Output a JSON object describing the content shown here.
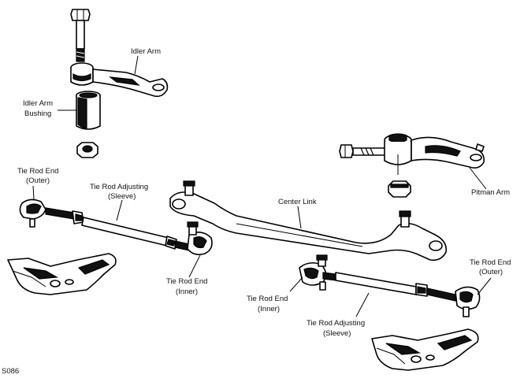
{
  "figure_code": "S086",
  "labels": {
    "idler_arm": "Idler Arm",
    "idler_arm_bushing": [
      "Idler Arm",
      "Bushing"
    ],
    "pitman_arm": "Pitman Arm",
    "center_link": "Center Link",
    "tie_rod_end_outer_left": [
      "Tie Rod End",
      "(Outer)"
    ],
    "tie_rod_adjusting_sleeve_left": [
      "Tie Rod Adjusting",
      "(Sleeve)"
    ],
    "tie_rod_end_inner_left": [
      "Tie Rod End",
      "(Inner)"
    ],
    "tie_rod_end_inner_right": [
      "Tie Rod End",
      "(Inner)"
    ],
    "tie_rod_adjusting_sleeve_right": [
      "Tie Rod Adjusting",
      "(Sleeve)"
    ],
    "tie_rod_end_outer_right": [
      "Tie Rod End",
      "(Outer)"
    ]
  }
}
